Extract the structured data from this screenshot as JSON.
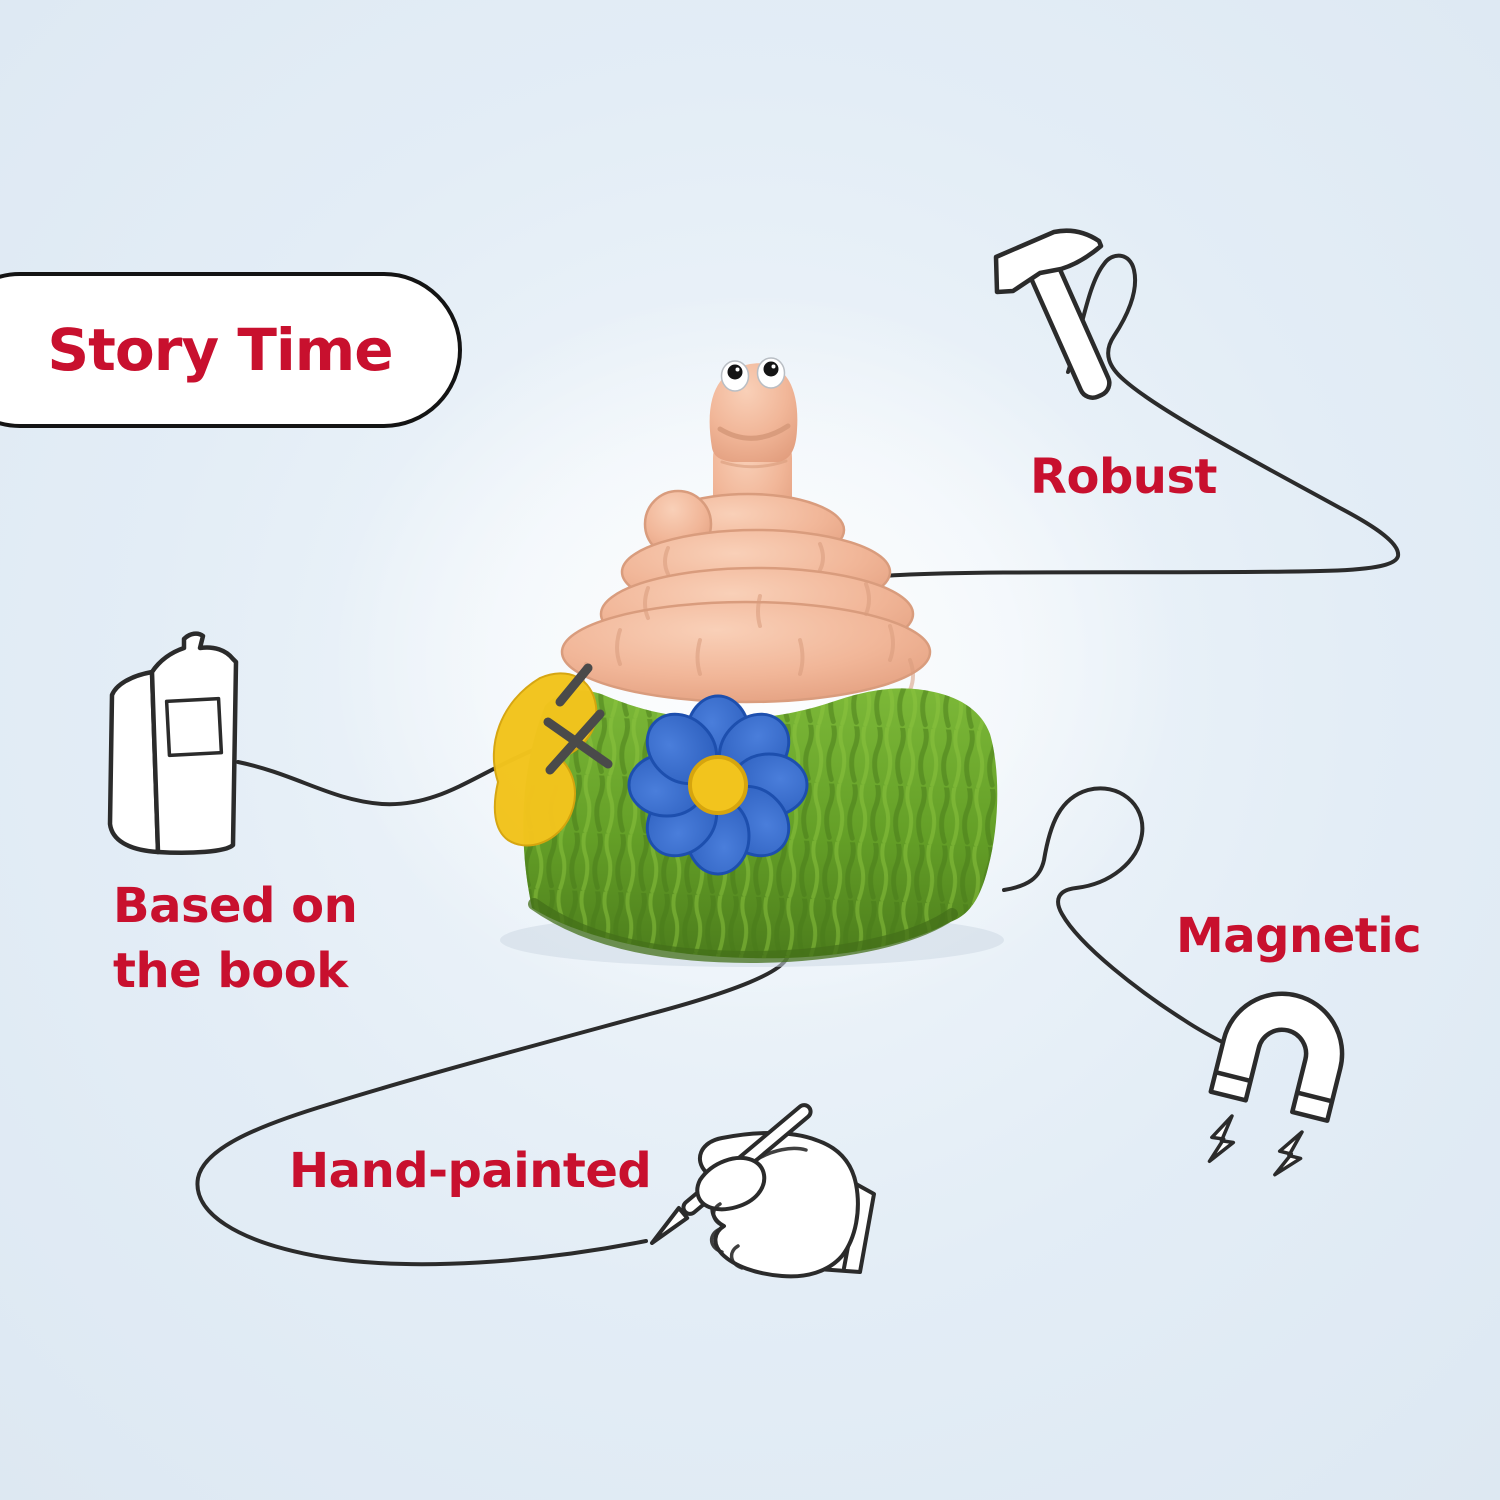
{
  "badge": {
    "label": "Story Time"
  },
  "features": {
    "robust": {
      "label": "Robust",
      "icon": "hammer-icon"
    },
    "based_on_book": {
      "label_line1": "Based on",
      "label_line2": "the book",
      "icon": "book-icon"
    },
    "magnetic": {
      "label": "Magnetic",
      "icon": "magnet-icon"
    },
    "hand_painted": {
      "label": "Hand-painted",
      "icon": "hand-paintbrush-icon"
    }
  },
  "figure": {
    "description": "coiled worm character figurine with googly eyes sitting on a grass mound with a blue flower and a yellow bee"
  },
  "colors": {
    "background": "#e3edf6",
    "background_glow": "#f2f7fb",
    "text_red": "#c8102e",
    "line": "#2b2b2b",
    "icon_fill": "#ffffff",
    "worm_skin": "#f1b698",
    "worm_shade": "#d99c7d",
    "grass_green": "#6aa52c",
    "grass_dark": "#4e8a1e",
    "grass_light": "#8dc63f",
    "flower_blue": "#2e64c8",
    "flower_blue_dark": "#1d4fae",
    "flower_center_yellow": "#f2c41d",
    "bee_yellow": "#f2c41d",
    "bee_dark": "#4a4a4a"
  }
}
